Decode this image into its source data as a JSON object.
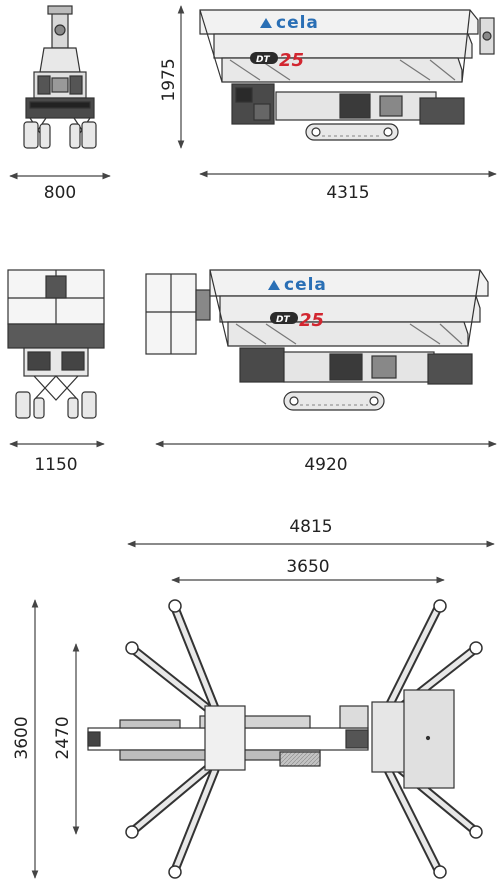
{
  "views": {
    "stowed": {
      "front_width": "800",
      "side_length": "4315",
      "height": "1975",
      "brand": "cela",
      "model_mark": "DT",
      "model_number": "25"
    },
    "extended": {
      "front_width": "1150",
      "side_length": "4920",
      "brand": "cela",
      "model_mark": "DT",
      "model_number": "25"
    },
    "top": {
      "outrigger_span_outer": "4815",
      "outrigger_span_inner": "3650",
      "outrigger_width_outer": "3600",
      "outrigger_width_inner": "2470"
    }
  },
  "colors": {
    "line": "#333333",
    "arrow": "#444444",
    "fill_light": "#e8e8e8",
    "fill_mid": "#c4c4c4",
    "fill_dark": "#4a4a4a",
    "brand_blue": "#2a6fb5",
    "brand_red": "#d22630"
  }
}
